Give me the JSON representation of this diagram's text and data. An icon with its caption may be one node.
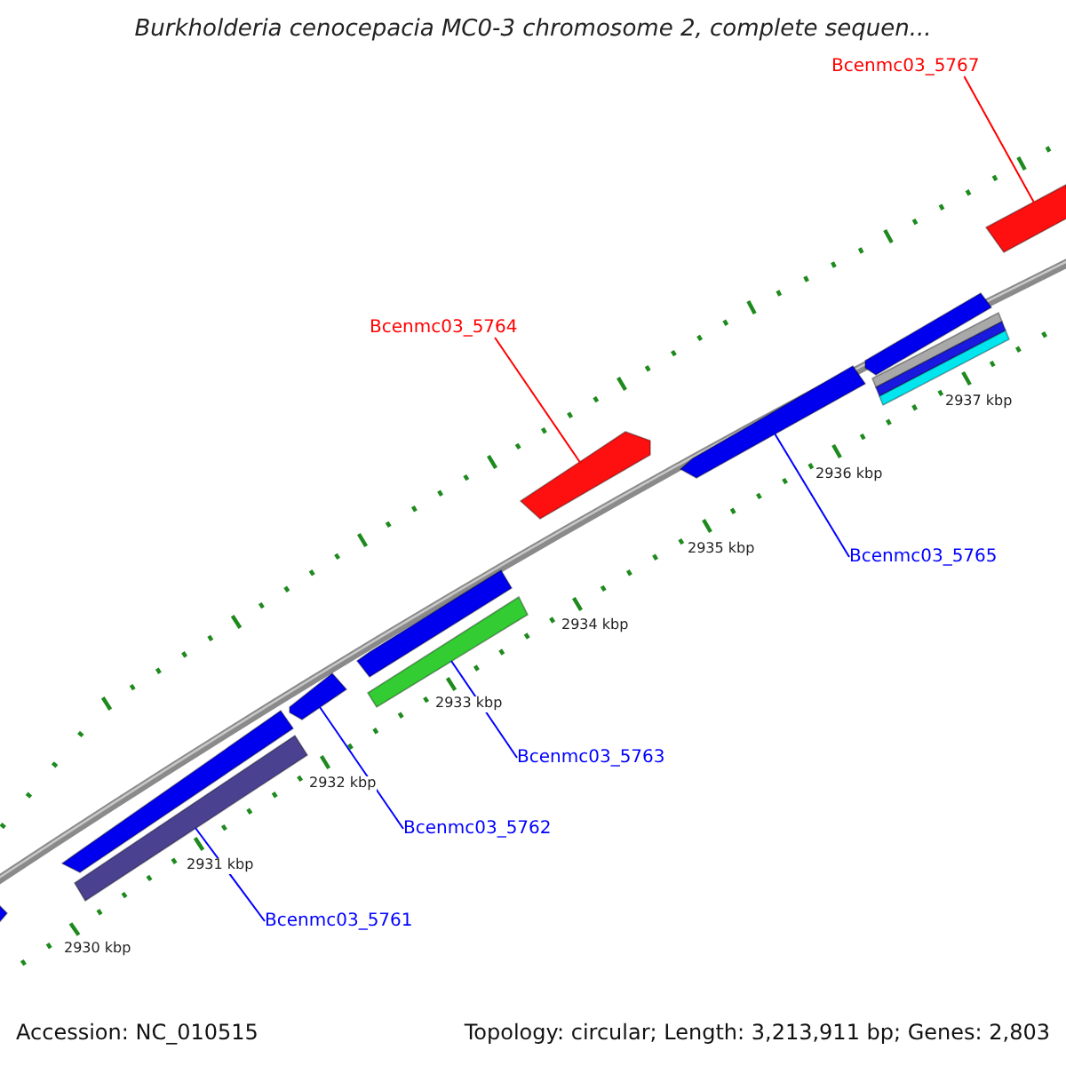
{
  "diagram": {
    "title": "Burkholderia cenocepacia MC0-3 chromosome 2, complete sequen...",
    "nodes": [
      {
        "text": [
          "Bcenmc03_5767"
        ]
      },
      {
        "text": [],
        "shape": "bar"
      },
      {
        "text": [
          "Bcenmc03_5764"
        ]
      },
      {
        "text": [],
        "shape": "bar"
      },
      {
        "text": [
          "Bcenmc03_5765"
        ]
      },
      {
        "text": [],
        "shape": "bar"
      },
      {
        "text": [
          "Bcenmc03_5763"
        ]
      },
      {
        "text": [],
        "shape": "bar"
      },
      {
        "text": [
          "Bcenmc03_5762"
        ]
      },
      {
        "text": [],
        "shape": "bar"
      },
      {
        "text": [
          "Bcenmc03_5761"
        ]
      },
      {
        "text": [],
        "shape": "bar"
      },
      {
        "text": [],
        "shape": "bar"
      },
      {
        "text": [],
        "shape": "bar"
      },
      {
        "text": [],
        "shape": "bar"
      },
      {
        "text": [],
        "shape": "bar"
      },
      {
        "text": [],
        "shape": "bar"
      },
      {
        "text": [],
        "shape": "bar"
      },
      {
        "text": [],
        "shape": "bar"
      }
    ],
    "edges": [
      {
        "from": 0,
        "to": 1,
        "arrow": "none",
        "color": "#ff0000"
      },
      {
        "from": 2,
        "to": 3,
        "arrow": "none",
        "color": "#ff0000"
      },
      {
        "from": 4,
        "to": 5,
        "arrow": "none"
      },
      {
        "from": 6,
        "to": 7,
        "arrow": "none"
      },
      {
        "from": 8,
        "to": 9,
        "arrow": "none"
      },
      {
        "from": 10,
        "to": 11,
        "arrow": "none"
      }
    ],
    "labels": [
      "2937 kbp",
      "2936 kbp",
      "2935 kbp",
      "2934 kbp",
      "2933 kbp",
      "2932 kbp",
      "2931 kbp",
      "2930 kbp",
      "Accession: NC_010515",
      "Topology: circular; Length: 3,213,911 bp; Genes: 2,803"
    ]
  }
}
